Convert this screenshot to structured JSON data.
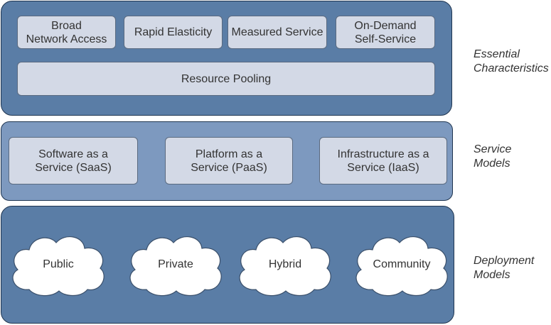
{
  "essential": {
    "label": "Essential\nCharacteristics",
    "items": [
      "Broad\nNetwork Access",
      "Rapid Elasticity",
      "Measured Service",
      "On-Demand\nSelf-Service",
      "Resource Pooling"
    ]
  },
  "service": {
    "label": "Service\nModels",
    "items": [
      "Software as a\nService (SaaS)",
      "Platform as a\nService (PaaS)",
      "Infrastructure as a\nService (IaaS)"
    ]
  },
  "deployment": {
    "label": "Deployment\nModels",
    "items": [
      "Public",
      "Private",
      "Hybrid",
      "Community"
    ]
  },
  "colors": {
    "band_dark": "#5a7da6",
    "band_light": "#7d99bf",
    "box_fill": "#d3d9e6",
    "cloud_fill": "#ffffff"
  }
}
